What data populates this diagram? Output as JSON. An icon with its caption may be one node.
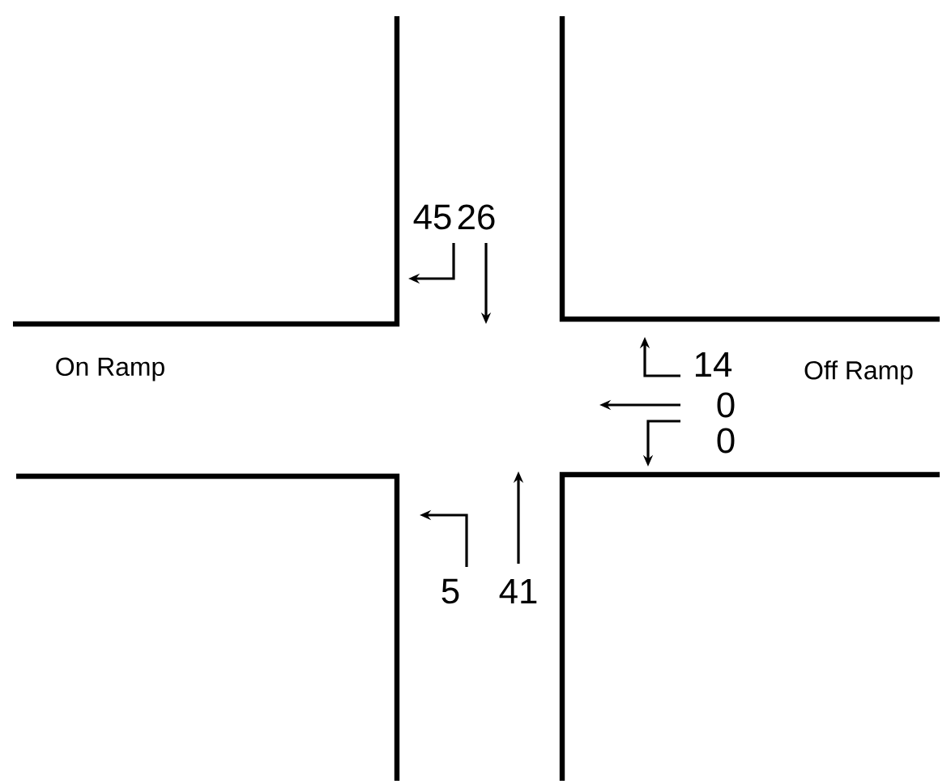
{
  "diagram": {
    "labels": [
      "45",
      "26",
      "On Ramp",
      "14",
      "Off Ramp",
      "0",
      "0",
      "5",
      "41"
    ]
  }
}
